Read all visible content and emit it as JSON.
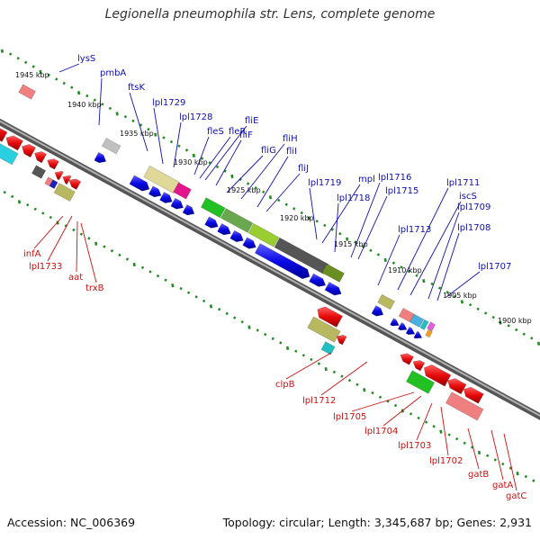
{
  "title": "Legionella pneumophila str. Lens, complete genome",
  "accession": "Accession: NC_006369",
  "topology": "Topology: circular; Length: 3,345,687 bp; Genes: 2,931",
  "colors": {
    "forward_label": "#1010b0",
    "reverse_label": "#cc1010",
    "forward_gene": "#0a0ae6",
    "reverse_gene": "#e60a0a",
    "backbone": "#888888",
    "tick": "#228b22"
  },
  "kbp_ticks": [
    "1945 kbp",
    "1940 kbp",
    "1935 kbp",
    "1930 kbp",
    "1925 kbp",
    "1920 kbp",
    "1915 kbp",
    "1910 kbp",
    "1905 kbp",
    "1900 kbp"
  ],
  "labels_top": [
    "lysS",
    "pmbA",
    "ftsK",
    "lpl1729",
    "lpl1728",
    "fliE",
    "fleS",
    "fleR",
    "fliF",
    "fliG",
    "fliH",
    "fliI",
    "fliJ",
    "lpl1719",
    "mpl",
    "lpl1716",
    "lpl1718",
    "lpl1715",
    "lpl1713",
    "lpl1711",
    "iscS",
    "lpl1709",
    "lpl1708",
    "lpl1707"
  ],
  "labels_bottom": [
    "infA",
    "lpl1733",
    "aat",
    "trxB",
    "clpB",
    "lpl1712",
    "lpl1705",
    "lpl1704",
    "lpl1703",
    "lpl1702",
    "gatB",
    "gatA",
    "gatC"
  ]
}
